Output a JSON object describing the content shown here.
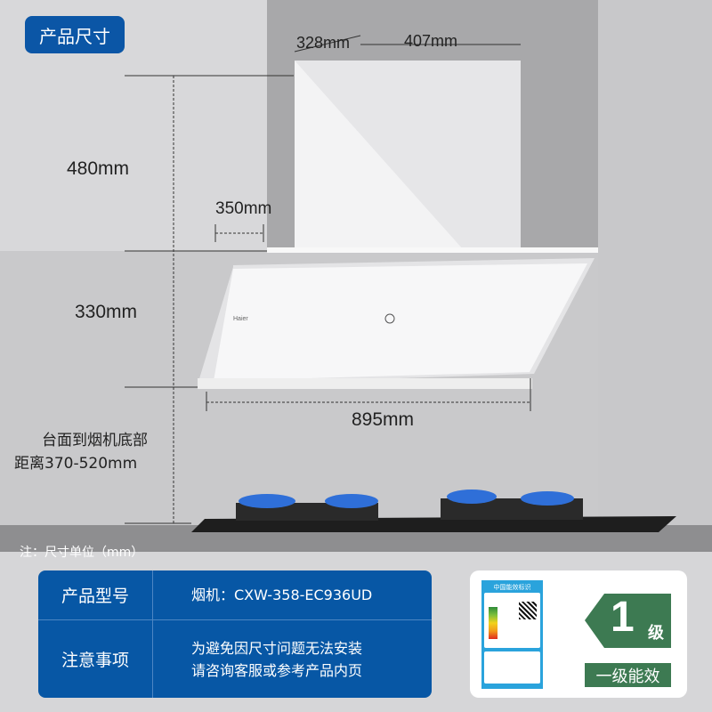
{
  "badge": "产品尺寸",
  "dimensions": {
    "depth": "328mm",
    "width": "407mm",
    "box_height": "480mm",
    "panel_depth": "350mm",
    "panel_height": "330mm",
    "total_width": "895mm",
    "distance_line1": "台面到烟机底部",
    "distance_line2": "距离370-520mm"
  },
  "brand_logo": "Haier",
  "note": "注：尺寸单位（mm）",
  "table": {
    "rows": [
      {
        "label": "产品型号",
        "value": "烟机：CXW-358-EC936UD"
      },
      {
        "label": "注意事项",
        "value_line1": "为避免因尺寸问题无法安装",
        "value_line2": "请咨询客服或参考产品内页"
      }
    ]
  },
  "energy": {
    "label_title": "中国能效标识",
    "grade": "1",
    "grade_suffix": "级",
    "grade_text": "一级能效",
    "color": "#3d7a52"
  },
  "colors": {
    "accent": "#0757a5"
  }
}
